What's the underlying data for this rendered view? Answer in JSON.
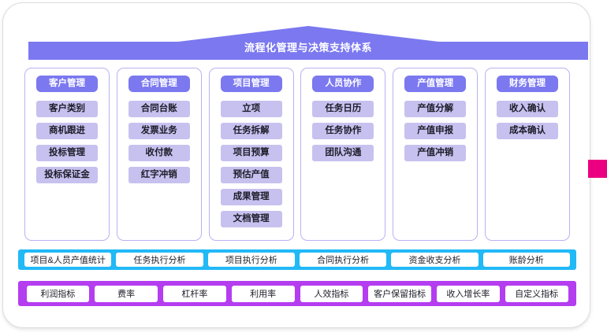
{
  "banner": {
    "title": "流程化管理与决策支持体系",
    "color": "#7b78f0"
  },
  "columns": [
    {
      "header": "客户管理",
      "items": [
        "客户类别",
        "商机跟进",
        "投标管理",
        "投标保证金"
      ]
    },
    {
      "header": "合同管理",
      "items": [
        "合同台账",
        "发票业务",
        "收付款",
        "红字冲销"
      ]
    },
    {
      "header": "项目管理",
      "items": [
        "立项",
        "任务拆解",
        "项目预算",
        "预估产值",
        "成果管理",
        "文档管理"
      ]
    },
    {
      "header": "人员协作",
      "items": [
        "任务日历",
        "任务协作",
        "团队沟通"
      ]
    },
    {
      "header": "产值管理",
      "items": [
        "产值分解",
        "产值申报",
        "产值冲销"
      ]
    },
    {
      "header": "财务管理",
      "items": [
        "收入确认",
        "成本确认"
      ]
    }
  ],
  "analysis_bar": {
    "color": "#22b9f7",
    "chips": [
      "项目&人员产值统计",
      "任务执行分析",
      "项目执行分析",
      "合同执行分析",
      "资金收支分析",
      "账龄分析"
    ]
  },
  "indicator_bar": {
    "color": "#b43df0",
    "chips": [
      "利润指标",
      "费率",
      "杠杆率",
      "利用率",
      "人效指标",
      "客户保留指标",
      "收入增长率",
      "自定义指标"
    ]
  },
  "marker": {
    "color": "#ea0080"
  }
}
